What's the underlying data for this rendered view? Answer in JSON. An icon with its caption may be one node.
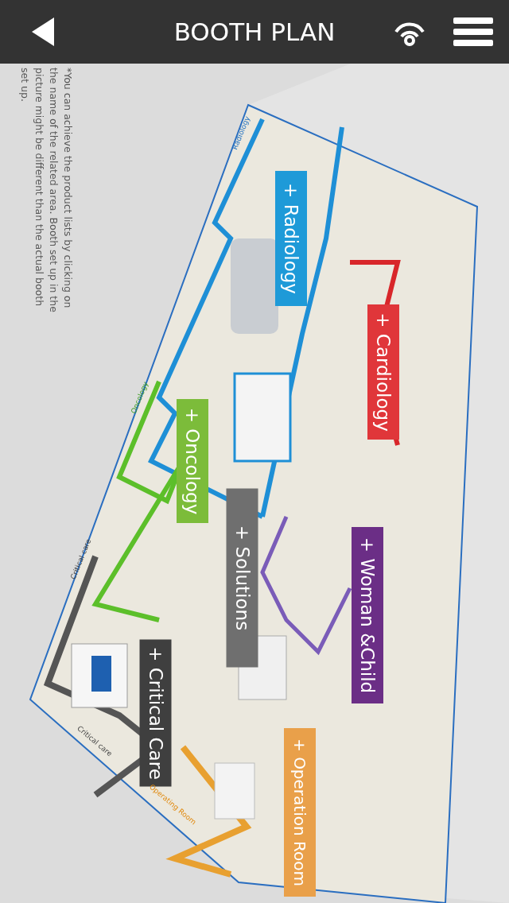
{
  "diagram": {
    "title": "BOOTH PLAN",
    "nodes": [
      {
        "text": [
          "+ Radiology"
        ]
      },
      {
        "text": [
          "+ Cardiology"
        ]
      },
      {
        "text": [
          "+ Oncology"
        ]
      },
      {
        "text": [
          "+ Solutions"
        ]
      },
      {
        "text": [
          "+ Woman &Child"
        ]
      },
      {
        "text": [
          "+ Critical Care"
        ]
      },
      {
        "text": [
          "+ Operation Room"
        ]
      }
    ],
    "labels": [
      "*You can achieve the product lists by clicking on the name of the related area. Booth set up in the picture might be different than the actual booth set up.",
      "Radiology",
      "Oncology",
      "Critical care",
      "Critical care",
      "Operating Room"
    ]
  }
}
